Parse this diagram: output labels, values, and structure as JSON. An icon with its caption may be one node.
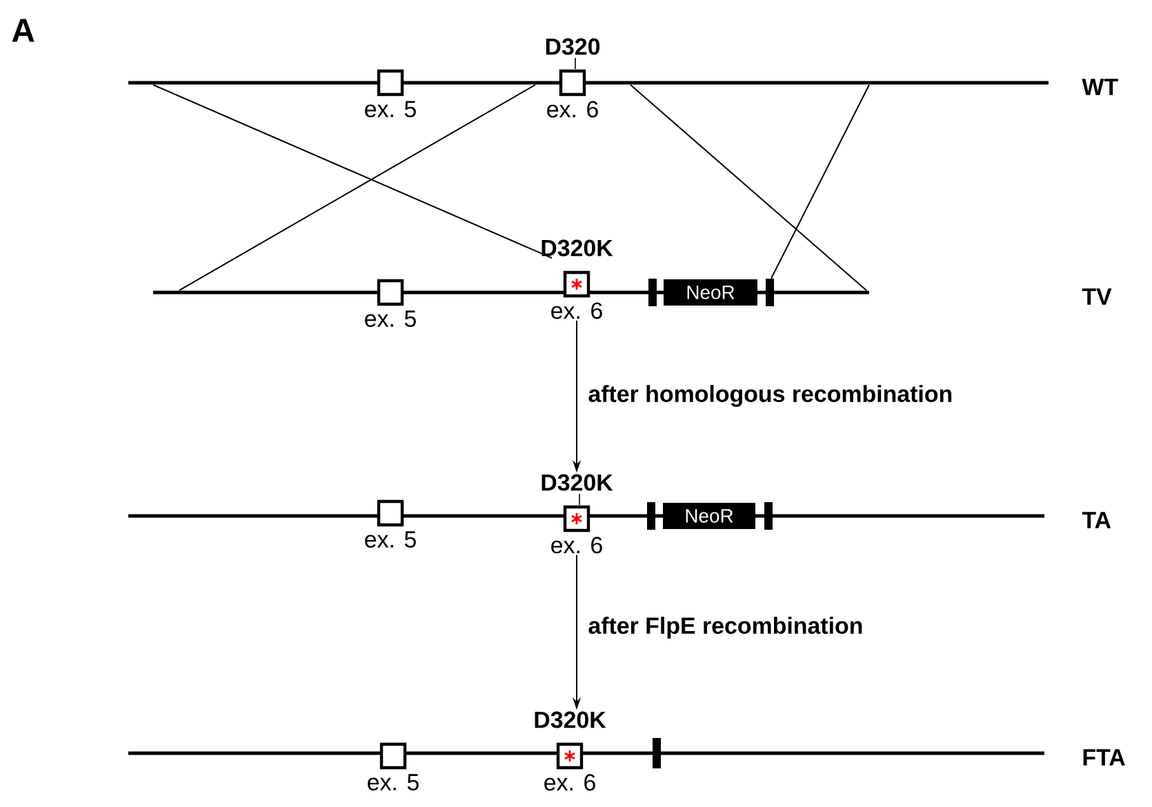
{
  "diagram": {
    "nodes": [
      {
        "text": [],
        "shape": "bar",
        "beside": [
          "WT"
        ]
      },
      {
        "text": [
          "ex. 5"
        ]
      },
      {
        "text": [
          "D320",
          "ex. 6"
        ]
      },
      {
        "text": [],
        "shape": "bar"
      },
      {
        "text": [
          "ex. 5"
        ]
      },
      {
        "text": [
          "D320K",
          "ex. 6"
        ]
      },
      {
        "text": [],
        "shape": "bar"
      },
      {
        "text": [
          "NeoR"
        ]
      },
      {
        "text": [],
        "shape": "bar"
      },
      {
        "text": [],
        "shape": "bar",
        "beside": [
          "TA"
        ]
      },
      {
        "text": [
          "ex. 5"
        ]
      },
      {
        "text": [
          "D320K",
          "ex. 6"
        ]
      },
      {
        "text": [],
        "shape": "bar"
      },
      {
        "text": [
          "NeoR"
        ]
      },
      {
        "text": [],
        "shape": "bar"
      },
      {
        "text": [],
        "shape": "bar",
        "beside": [
          "FTA"
        ]
      },
      {
        "text": [
          "ex. 5"
        ]
      },
      {
        "text": [
          "D320K",
          "ex. 6"
        ]
      },
      {
        "text": [],
        "shape": "bar"
      }
    ],
    "edges": [
      {
        "from": 0,
        "to": 5,
        "arrow": "none"
      },
      {
        "from": 0,
        "to": 3,
        "arrow": "none"
      },
      {
        "from": 0,
        "to": 3,
        "arrow": "none"
      },
      {
        "from": 0,
        "to": 8,
        "arrow": "none"
      },
      {
        "from": 5,
        "to": 11,
        "arrow": "to",
        "label": "after homologous recombination"
      },
      {
        "from": 11,
        "to": 17,
        "arrow": "to",
        "label": "after FlpE recombination"
      }
    ],
    "labels": [
      "A",
      "TV"
    ]
  }
}
